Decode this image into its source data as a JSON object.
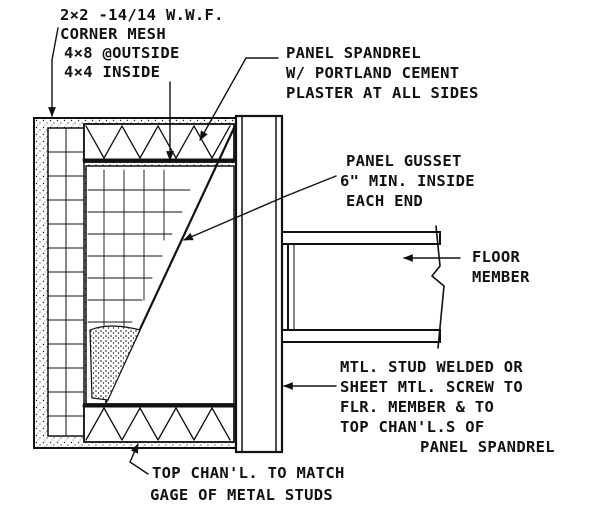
{
  "colors": {
    "ink": "#111111",
    "paper": "#ffffff",
    "plaster": "#f2f2f2"
  },
  "labels": {
    "mesh": {
      "line1": "2×2 -14/14 W.W.F.",
      "line2": "CORNER MESH",
      "line3": "4×8 @OUTSIDE",
      "line4": "4×4 INSIDE"
    },
    "spandrel": {
      "line1": "PANEL SPANDREL",
      "line2": "W/ PORTLAND CEMENT",
      "line3": "PLASTER AT ALL SIDES"
    },
    "gusset": {
      "line1": "PANEL GUSSET",
      "line2": "6\" MIN. INSIDE",
      "line3": "EACH END"
    },
    "floor": {
      "line1": "FLOOR",
      "line2": "MEMBER"
    },
    "stud": {
      "line1": "MTL. STUD WELDED OR",
      "line2": "SHEET MTL. SCREW TO",
      "line3": "FLR. MEMBER & TO",
      "line4": "TOP CHAN'L.S OF",
      "line5": "PANEL SPANDREL"
    },
    "top_chan": {
      "line1": "TOP CHAN'L. TO MATCH",
      "line2": "GAGE OF METAL STUDS"
    }
  }
}
